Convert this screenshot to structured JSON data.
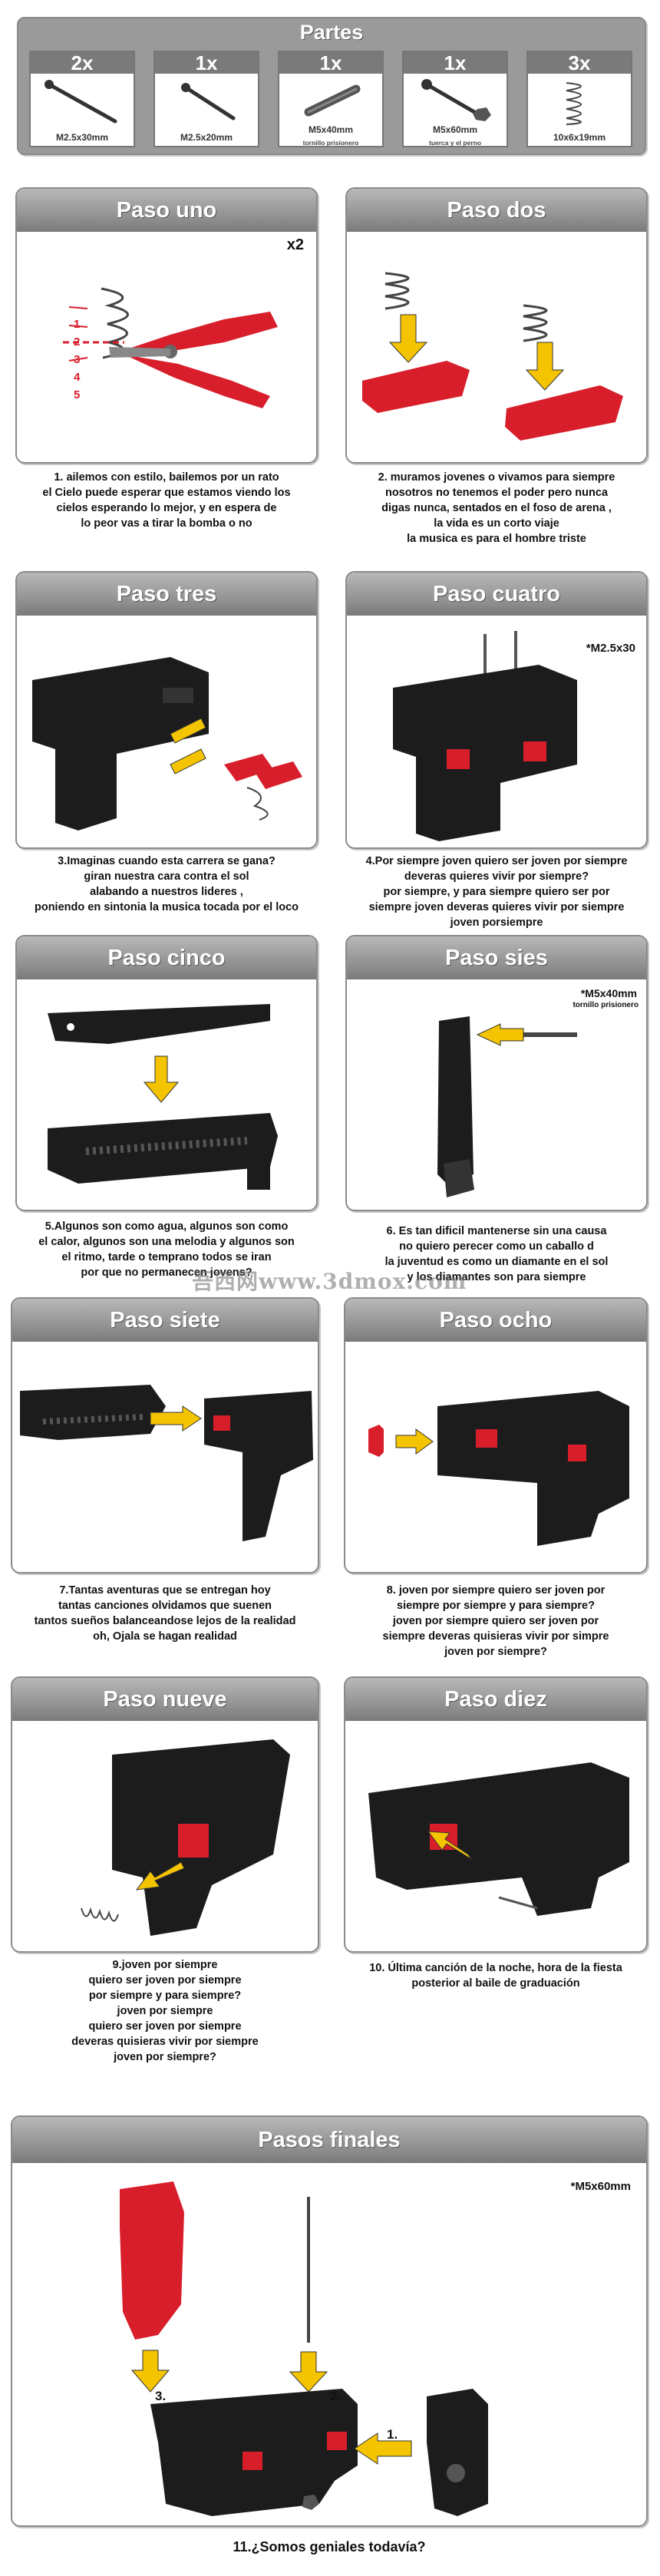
{
  "parts": {
    "title": "Partes",
    "items": [
      {
        "qty": "2x",
        "spec": "M2.5x30mm",
        "sub": ""
      },
      {
        "qty": "1x",
        "spec": "M2.5x20mm",
        "sub": ""
      },
      {
        "qty": "1x",
        "spec": "M5x40mm",
        "sub": "tornillo prisionero"
      },
      {
        "qty": "1x",
        "spec": "M5x60mm",
        "sub": "tuerca y el perno"
      },
      {
        "qty": "3x",
        "spec": "10x6x19mm",
        "sub": ""
      }
    ]
  },
  "steps": [
    {
      "title": "Paso uno",
      "mult": "x2",
      "caption": "1. ailemos con estilo, bailemos por un rato\nel Cielo puede esperar que estamos viendo los\ncielos esperando lo mejor, y en espera de\nlo peor vas a tirar la bomba o no"
    },
    {
      "title": "Paso dos",
      "caption": "2. muramos jovenes o vivamos para siempre\nnosotros no tenemos el poder pero nunca\ndigas nunca, sentados en el foso de arena ,\nla vida es un corto viaje\nla musica es para el hombre triste"
    },
    {
      "title": "Paso tres",
      "caption": "3.Imaginas cuando esta carrera se gana?\ngiran nuestra cara contra el sol\nalabando a nuestros lideres ,\nponiendo en sintonia la musica tocada por el loco"
    },
    {
      "title": "Paso cuatro",
      "note": "*M2.5x30",
      "caption": "4.Por siempre joven quiero ser joven por siempre\ndeveras quieres vivir por siempre?\npor siempre, y para siempre quiero ser por\nsiempre joven deveras quieres vivir por siempre\njoven porsiempre"
    },
    {
      "title": "Paso cinco",
      "caption": "5.Algunos son como agua, algunos son como\nel calor, algunos son una melodia y algunos son\nel ritmo, tarde o temprano todos se iran\npor que no permanecen jovens?"
    },
    {
      "title": "Paso sies",
      "note": "*M5x40mm",
      "note_sub": "tornillo prisionero",
      "caption": "6. Es tan dificil mantenerse sin una causa\nno quiero perecer como un caballo d\nla juventud es como un diamante en el sol\ny los diamantes son para siempre"
    },
    {
      "title": "Paso siete",
      "caption": "7.Tantas aventuras que se entregan hoy\ntantas canciones olvidamos que suenen\ntantos sueños balanceandose lejos de la realidad\noh, Ojala se hagan realidad"
    },
    {
      "title": "Paso ocho",
      "caption": "8. joven por siempre quiero ser joven por\nsiempre por siempre y para siempre?\njoven por siempre quiero ser joven por\nsiempre deveras quisieras vivir por simpre\njoven por siempre?"
    },
    {
      "title": "Paso nueve",
      "caption": "9.joven por siempre\nquiero ser joven por siempre\npor siempre y para siempre?\njoven por siempre\nquiero ser joven por siempre\ndeveras quisieras vivir por siempre\njoven por siempre?"
    },
    {
      "title": "Paso diez",
      "caption": "10. Última canción de la noche, hora de la fiesta\nposterior al baile de graduación"
    }
  ],
  "final": {
    "title": "Pasos finales",
    "note": "*M5x60mm",
    "labels": [
      "1.",
      "2.",
      "3."
    ],
    "caption": "11.¿Somos geniales todavía?"
  },
  "step1_labels": [
    "1",
    "2",
    "3",
    "4",
    "5"
  ],
  "watermark": "吾西网www.3dmox.com",
  "colors": {
    "accent_red": "#d81e2a",
    "arrow_yellow": "#f5c400",
    "stock_black": "#1c1c1c",
    "header_gray": "#9a9a9a"
  }
}
